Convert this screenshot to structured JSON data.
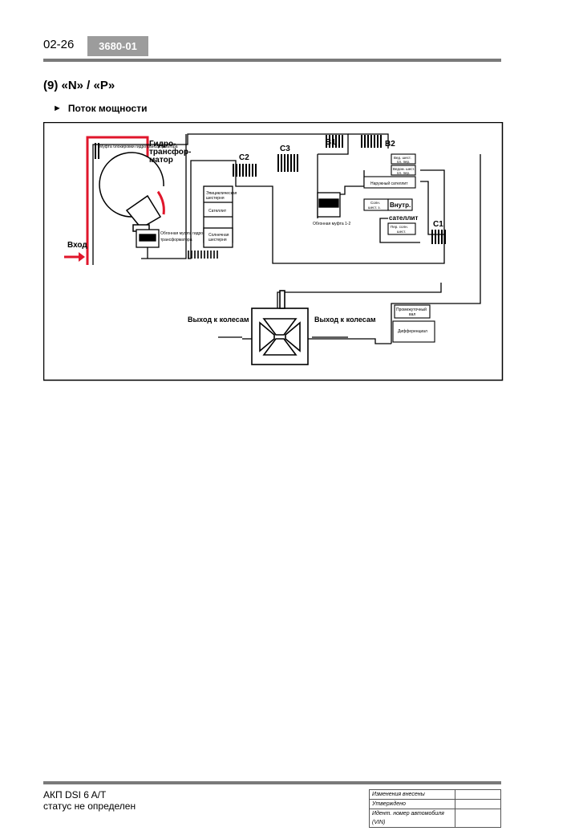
{
  "header": {
    "page_number": "02-26",
    "doc_code": "3680-01"
  },
  "section_title": "(9) «N» / «P»",
  "subheading": "Поток мощности",
  "diagram": {
    "input_label": "Вход",
    "lockup_clutch": "Муфта блокировки гидротрансформатора",
    "converter_l1": "Гидро-",
    "converter_l2": "трансфор-",
    "converter_l3": "матор",
    "bypass_clutch_l1": "Обгонная муфта гидро-",
    "bypass_clutch_l2": "трансформатора",
    "c2": "C2",
    "c3": "C3",
    "b1": "B1",
    "b2": "B2",
    "c1": "C1",
    "epicyclic_l1": "Эпициклическая",
    "epicyclic_l2": "шестерня",
    "satellite": "Сателлит",
    "sun_l1": "Солнечная",
    "sun_l2": "шестерня",
    "clutch12": "Обгонная муфта 1-2",
    "front_sun_l1": "Вед. шест.",
    "front_sun_l2": "пл. пер.",
    "rear_drive_l1": "Ведом. шест.",
    "rear_drive_l2": "пл. пер.",
    "outer_sat": "Наружный сателлит",
    "sun_s_l1": "Солн.",
    "sun_s_l2": "шест. з.",
    "inner_sat_l1": "Внутр.",
    "inner_sat_l2": "сателлит",
    "front_sun2_l1": "Пер. солн.",
    "front_sun2_l2": "шест.",
    "intermediate_l1": "Промежуточный",
    "intermediate_l2": "вал",
    "differential": "Дифференциал",
    "out_left": "Выход к колесам",
    "out_right": "Выход к колесам",
    "colors": {
      "power": "#e0162b",
      "line": "#000000"
    }
  },
  "footer": {
    "product": "АКП DSI 6 A/T",
    "status": "статус не определен",
    "rows": [
      "Изменения внесены",
      "Утверждено",
      "Идент. номер автомобиля (VIN)"
    ]
  }
}
